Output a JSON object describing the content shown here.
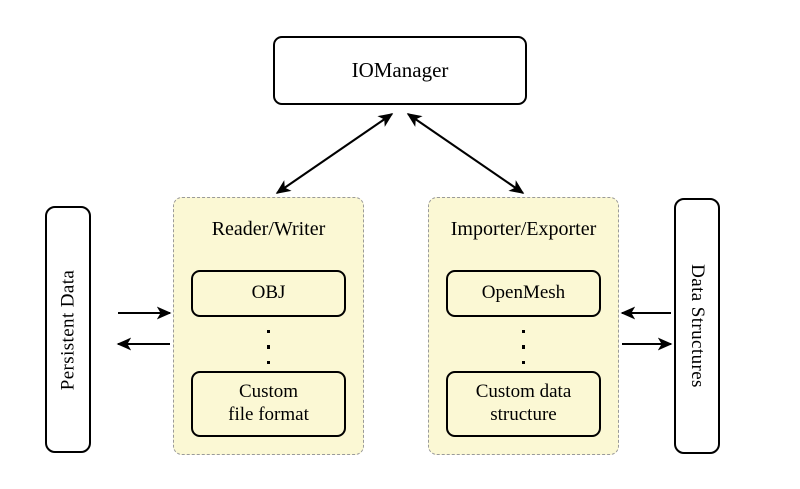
{
  "diagram": {
    "title_node": {
      "label": "IOManager"
    },
    "left_endpoint": {
      "label": "Persistent Data",
      "orientation": "bottom-to-top"
    },
    "right_endpoint": {
      "label": "Data Structures",
      "orientation": "top-to-bottom"
    },
    "groups": [
      {
        "id": "reader-writer",
        "title": "Reader/Writer",
        "items": [
          {
            "label": "OBJ"
          },
          {
            "label": "Custom\nfile format"
          }
        ],
        "ellipsis": "vertical-ellipsis"
      },
      {
        "id": "importer-exporter",
        "title": "Importer/Exporter",
        "items": [
          {
            "label": "OpenMesh"
          },
          {
            "label": "Custom data\nstructure"
          }
        ],
        "ellipsis": "vertical-ellipsis"
      }
    ],
    "connections": [
      {
        "name": "iomanager-to-reader-writer",
        "style": "double-headed-arrow"
      },
      {
        "name": "iomanager-to-importer-exporter",
        "style": "double-headed-arrow"
      },
      {
        "name": "persistent-data-to-reader-writer",
        "style": "arrow-right"
      },
      {
        "name": "reader-writer-to-persistent-data",
        "style": "arrow-left"
      },
      {
        "name": "data-structures-to-importer-exporter",
        "style": "arrow-left"
      },
      {
        "name": "importer-exporter-to-data-structures",
        "style": "arrow-right"
      }
    ],
    "colors": {
      "group_fill": "#fbf8d4",
      "group_border": "#9a9a9a",
      "node_border": "#000000",
      "background": "#ffffff"
    }
  }
}
